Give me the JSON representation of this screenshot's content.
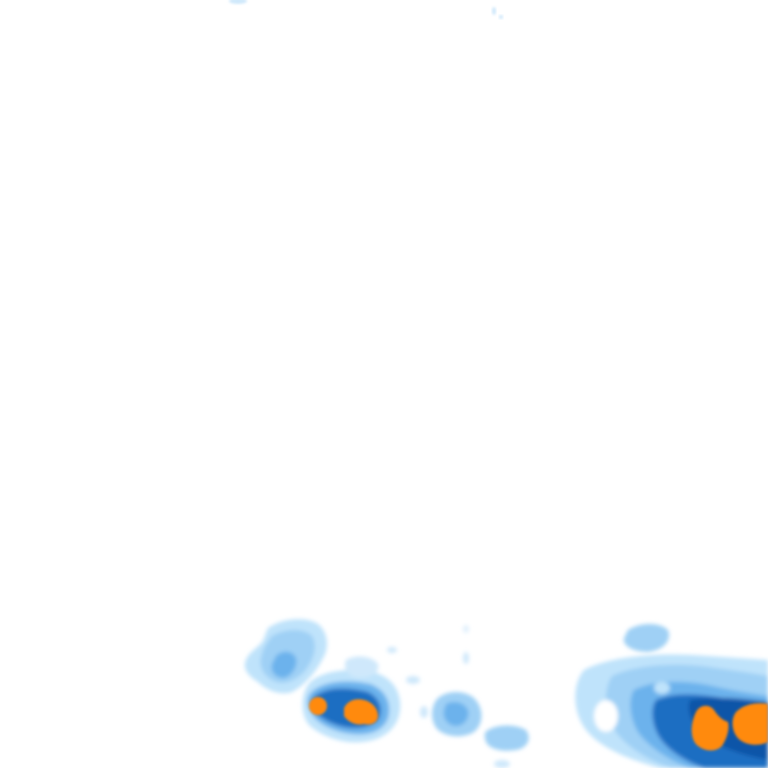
{
  "map": {
    "type": "precipitation-radar-tile",
    "background_color": "#ffffff",
    "intensity_levels": [
      {
        "level": 1,
        "color": "#bfe3fb"
      },
      {
        "level": 2,
        "color": "#9fd0f5"
      },
      {
        "level": 3,
        "color": "#6cb2ec"
      },
      {
        "level": 4,
        "color": "#3f8fdc"
      },
      {
        "level": 5,
        "color": "#1e6ec2"
      },
      {
        "level": 6,
        "color": "#0f55a8"
      },
      {
        "level": 7,
        "color": "#ff8a10"
      }
    ]
  }
}
